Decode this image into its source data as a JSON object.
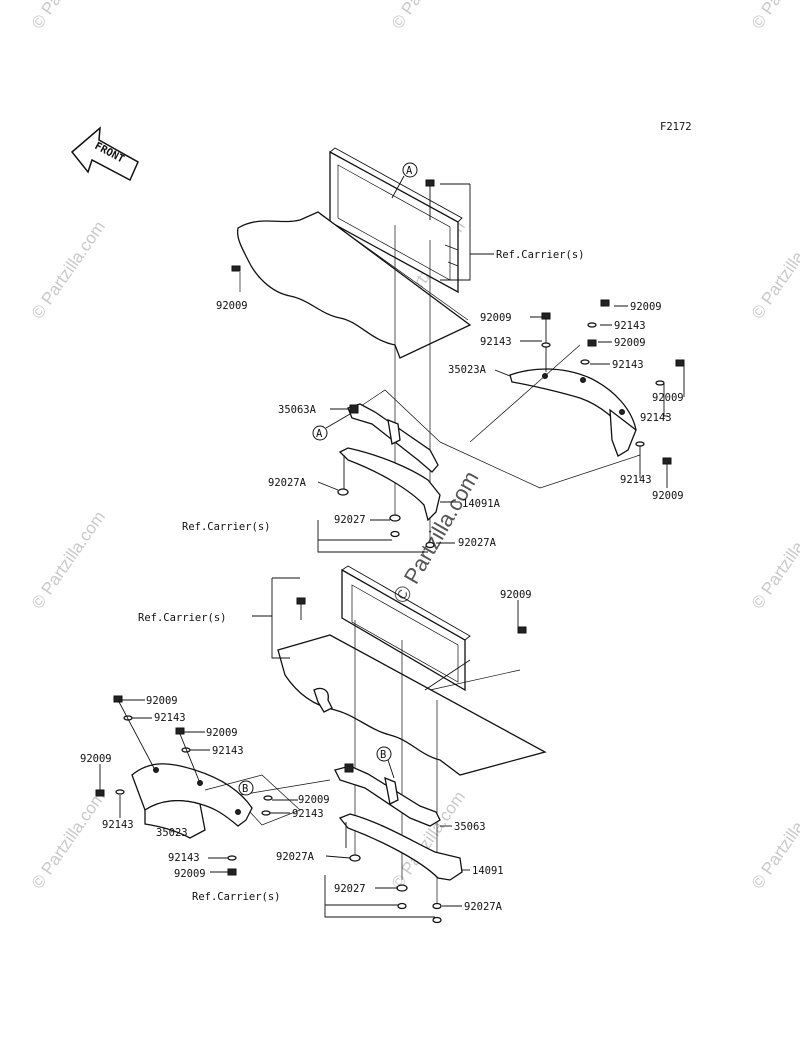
{
  "figure_code": "F2172",
  "front_label": "FRONT",
  "callouts": {
    "a": "A",
    "b": "B"
  },
  "labels": {
    "ref_carrier_1": "Ref.Carrier(s)",
    "ref_carrier_2": "Ref.Carrier(s)",
    "ref_carrier_3": "Ref.Carrier(s)",
    "ref_carrier_4": "Ref.Carrier(s)",
    "p92009_a": "92009",
    "p92009_b": "92009",
    "p92143_b": "92143",
    "p92009_c": "92009",
    "p92143_c": "92143",
    "p92009_d": "92009",
    "p92143_d": "92143",
    "p35023a": "35023A",
    "p92009_e": "92009",
    "p92143_e": "92143",
    "p92143_f": "92143",
    "p92009_f": "92009",
    "p35063a": "35063A",
    "p92027a_1": "92027A",
    "p14091a": "14091A",
    "p92027": "92027",
    "p92027a_2": "92027A",
    "p92009_g": "92009",
    "p92009_h": "92009",
    "p92143_h": "92143",
    "p92009_i": "92009",
    "p92143_i": "92143",
    "p92009_j": "92009",
    "p92143_j": "92143",
    "p35023": "35023",
    "p92009_k": "92009",
    "p92143_k": "92143",
    "p92143_l": "92143",
    "p92009_l": "92009",
    "p35063": "35063",
    "p92027a_3": "92027A",
    "p14091": "14091",
    "p92027_2": "92027",
    "p92027a_4": "92027A"
  },
  "watermarks": {
    "partzilla": "© Partzilla.com",
    "center": "© Partzilla.com"
  }
}
